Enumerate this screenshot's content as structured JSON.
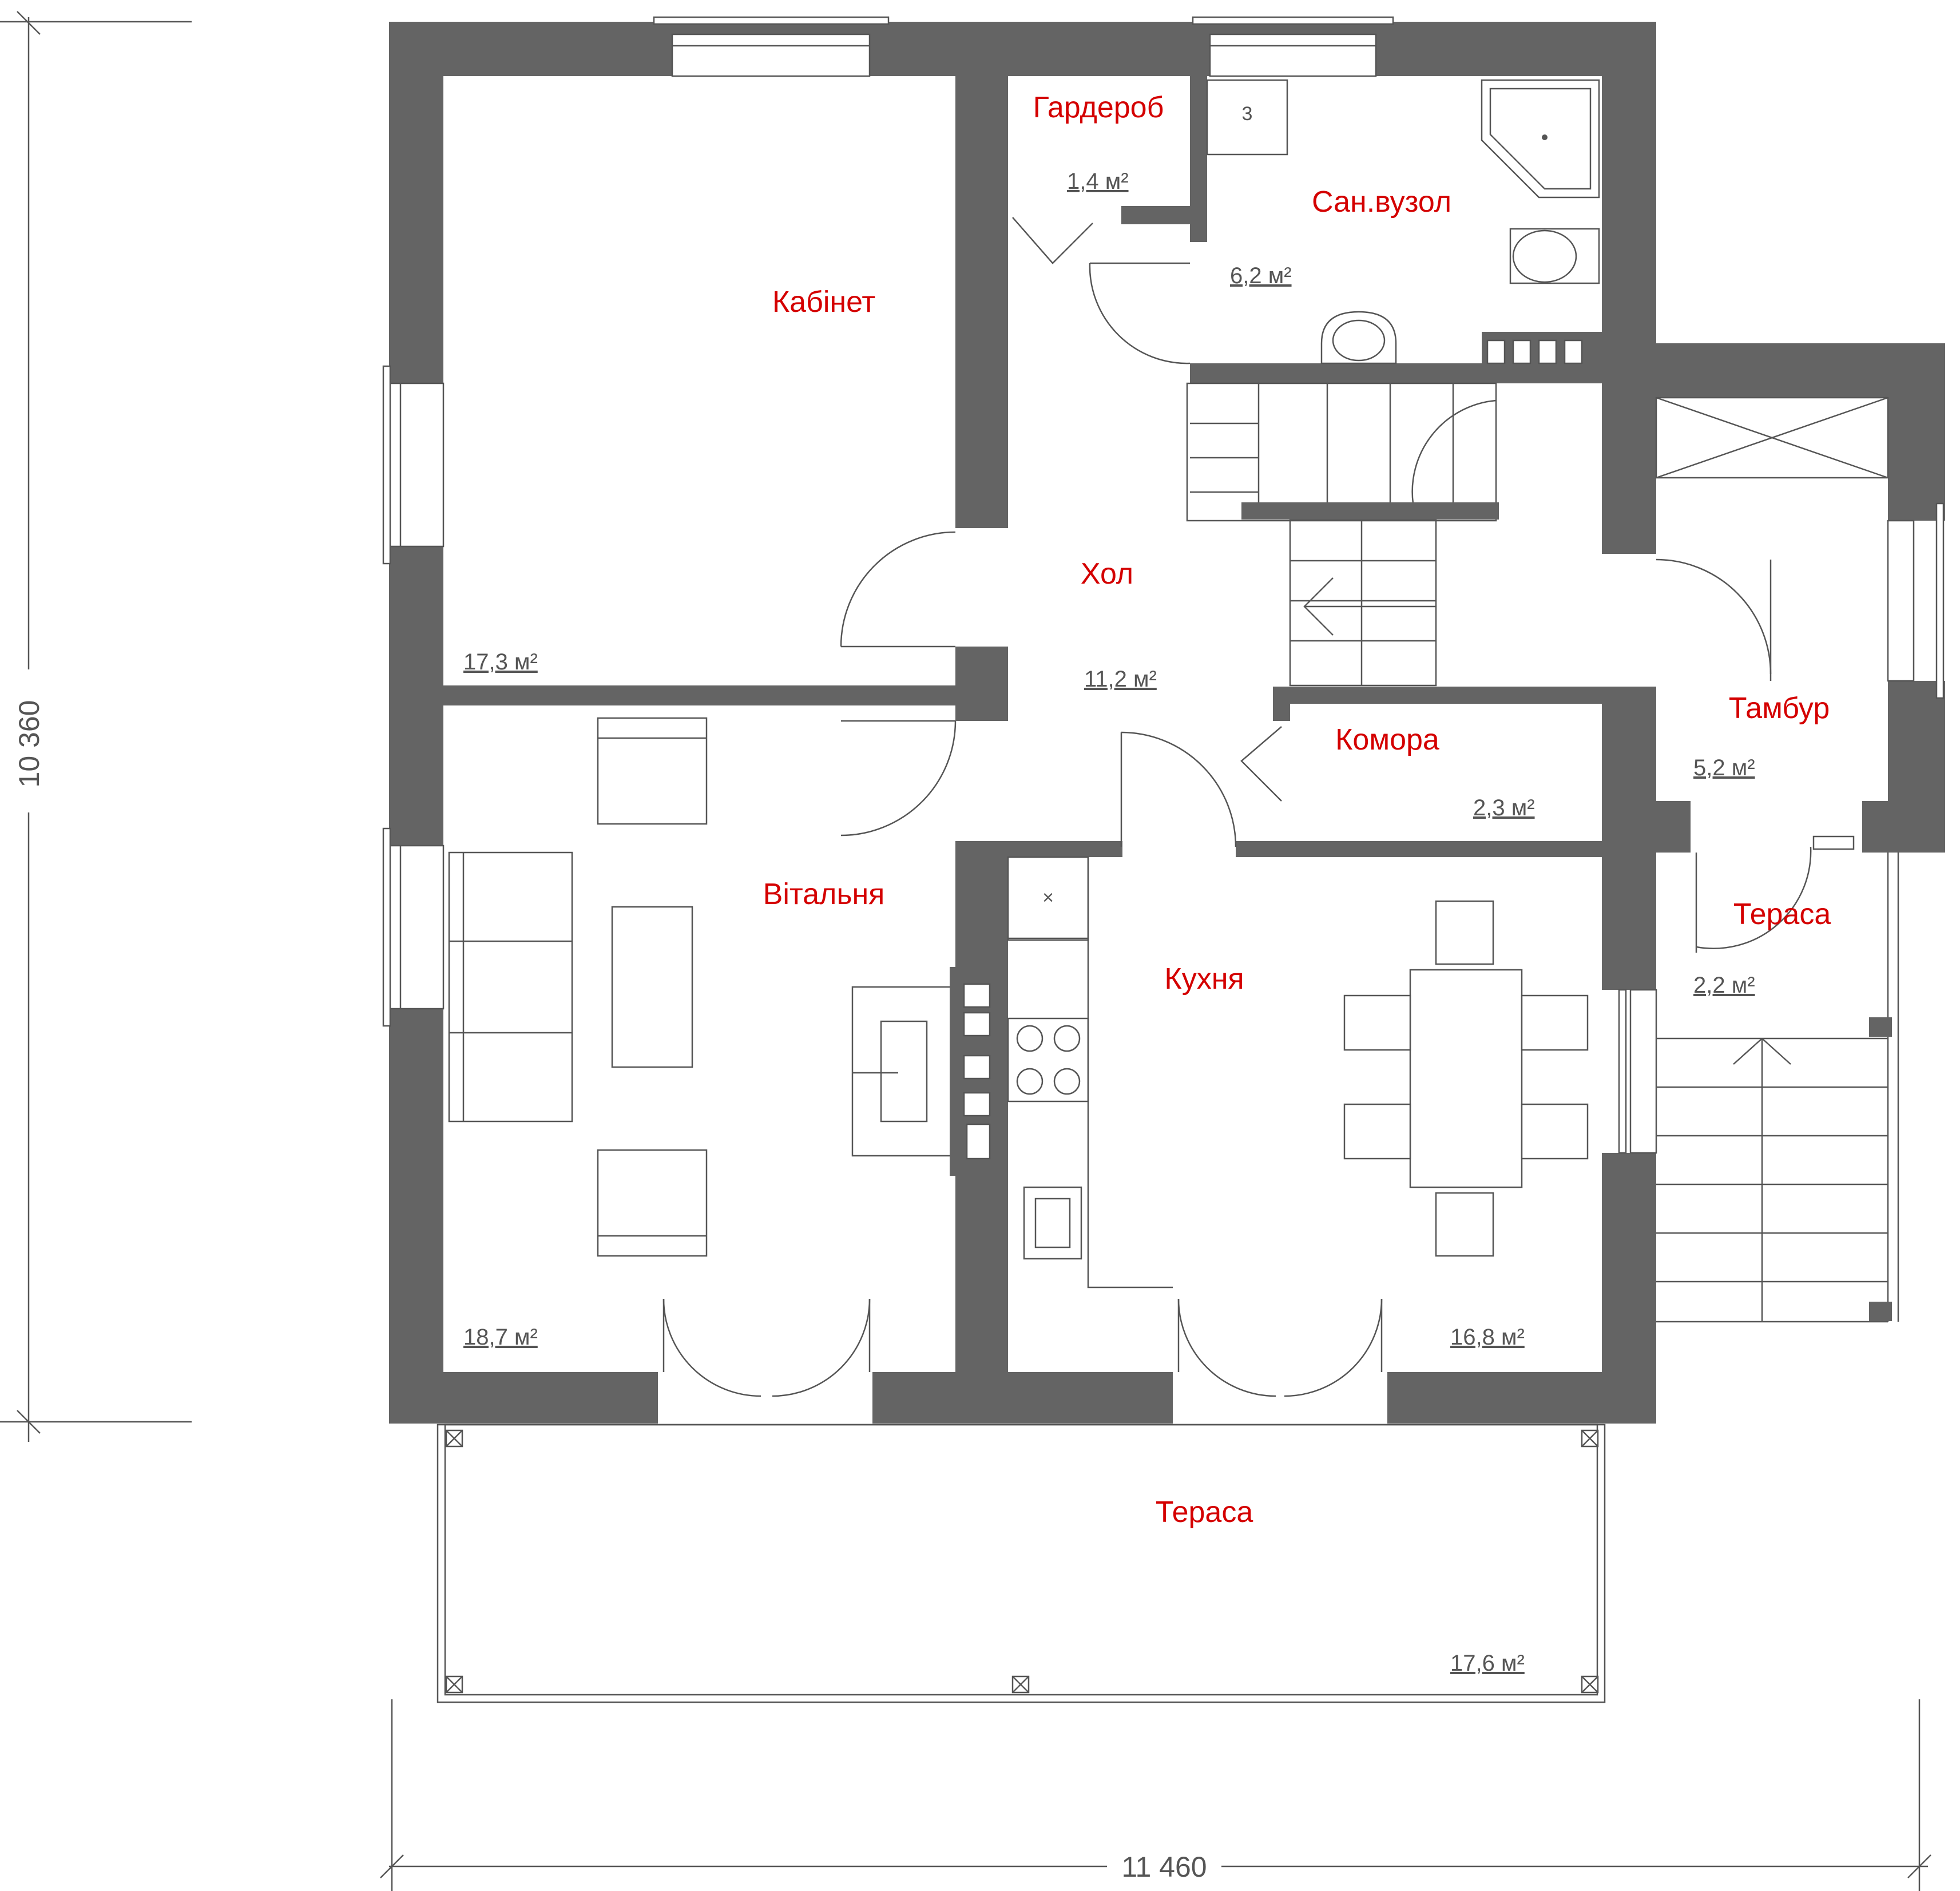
{
  "plan": {
    "rooms": [
      {
        "id": "cabinet",
        "name": "Кабінет",
        "area": "17,3 м²"
      },
      {
        "id": "wardrobe",
        "name": "Гардероб",
        "area": "1,4 м²"
      },
      {
        "id": "bathroom",
        "name": "Сан.вузол",
        "area": "6,2 м²"
      },
      {
        "id": "hall",
        "name": "Хол",
        "area": "11,2 м²"
      },
      {
        "id": "pantry",
        "name": "Комора",
        "area": "2,3 м²"
      },
      {
        "id": "vestibule",
        "name": "Тамбур",
        "area": "5,2 м²"
      },
      {
        "id": "terrace-small",
        "name": "Тераса",
        "area": "2,2 м²"
      },
      {
        "id": "living",
        "name": "Вітальня",
        "area": "18,7 м²"
      },
      {
        "id": "kitchen",
        "name": "Кухня",
        "area": "16,8 м²"
      },
      {
        "id": "terrace-large",
        "name": "Тераса",
        "area": "17,6 м²"
      }
    ],
    "dimensions": {
      "height": "10 360",
      "width": "11 460"
    },
    "marks": {
      "bath_fixture": "3",
      "kitchen_x": "×"
    },
    "colors": {
      "wall": "#646464",
      "label": "#d40000",
      "line": "#555555"
    }
  }
}
